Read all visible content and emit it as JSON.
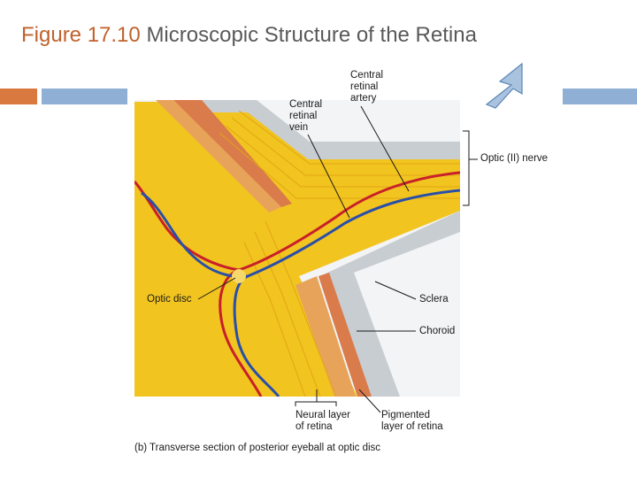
{
  "slide": {
    "figure_number": "Figure 17.10",
    "title_text": "Microscopic Structure of the Retina"
  },
  "diagram": {
    "labels": {
      "central_retinal_artery": [
        "Central",
        "retinal",
        "artery"
      ],
      "central_retinal_vein": [
        "Central",
        "retinal",
        "vein"
      ],
      "optic_nerve": "Optic (II) nerve",
      "optic_disc": "Optic disc",
      "sclera": "Sclera",
      "choroid": "Choroid",
      "neural_layer": [
        "Neural layer",
        "of retina"
      ],
      "pigmented_layer": [
        "Pigmented",
        "layer of retina"
      ]
    },
    "caption": "(b) Transverse section of posterior eyeball at optic disc"
  },
  "colors": {
    "title_accent": "#c0622d",
    "title_text": "#595959",
    "deco_orange": "#d9793f",
    "deco_blue": "#8fb0d4",
    "nerve_yellow": "#f2c41f",
    "sclera_gray": "#c8cdd2",
    "choroid_orange": "#d97b4a",
    "artery_red": "#c8202a",
    "vein_blue": "#2a4fa8"
  }
}
